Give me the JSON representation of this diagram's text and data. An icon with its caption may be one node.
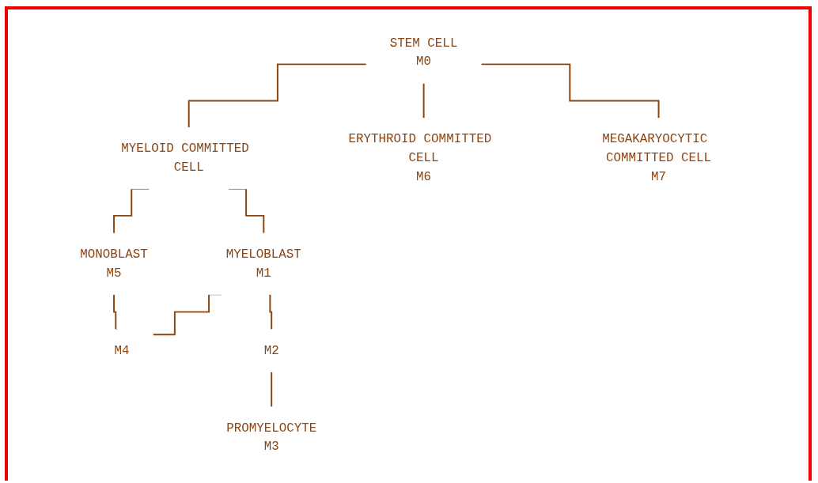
{
  "diagram": {
    "nodes": [
      {
        "text": [
          "STEM CELL",
          "M0"
        ]
      },
      {
        "text": [
          "MYELOID COMMITTED CELL"
        ]
      },
      {
        "text": [
          "ERYTHROID COMMITTED CELL",
          "M6"
        ]
      },
      {
        "text": [
          "MEGAKARYOCYTIC COMMITTED CELL",
          "M7"
        ]
      },
      {
        "text": [
          "MONOBLAST",
          "M5"
        ]
      },
      {
        "text": [
          "MYELOBLAST",
          "M1"
        ]
      },
      {
        "text": [
          "M4"
        ]
      },
      {
        "text": [
          "M2"
        ]
      },
      {
        "text": [
          "PROMYELOCYTE",
          "M3"
        ]
      }
    ],
    "edges": [
      {
        "from": 0,
        "to": 2,
        "arrow": "none"
      },
      {
        "from": 0,
        "to": 1,
        "arrow": "none"
      },
      {
        "from": 0,
        "to": 3,
        "arrow": "none"
      },
      {
        "from": 1,
        "to": 4,
        "arrow": "none"
      },
      {
        "from": 1,
        "to": 5,
        "arrow": "none"
      },
      {
        "from": 4,
        "to": 6,
        "arrow": "none"
      },
      {
        "from": 5,
        "to": 6,
        "arrow": "none"
      },
      {
        "from": 5,
        "to": 7,
        "arrow": "none"
      },
      {
        "from": 7,
        "to": 8,
        "arrow": "none"
      }
    ]
  }
}
